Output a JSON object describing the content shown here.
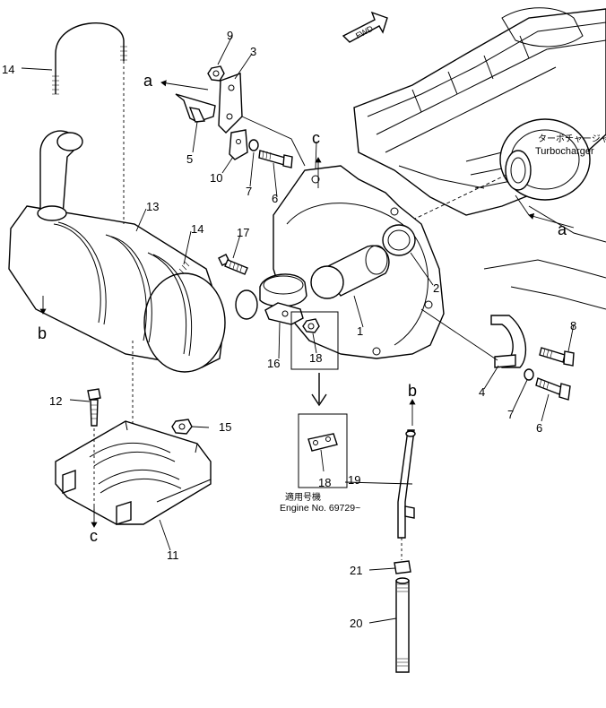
{
  "fwd_label": "FWD",
  "turbocharger": {
    "label_jp": "ターボチャージャ",
    "label_en": "Turbocharger"
  },
  "engine_note": {
    "label_jp": "適用号機",
    "label_en": "Engine No. 69729~"
  },
  "callouts": {
    "p1": "1",
    "p2": "2",
    "p3": "3",
    "p4": "4",
    "p5": "5",
    "p6a": "6",
    "p6b": "6",
    "p7a": "7",
    "p7b": "7",
    "p8": "8",
    "p9": "9",
    "p10": "10",
    "p11": "11",
    "p12": "12",
    "p13": "13",
    "p14a": "14",
    "p14b": "14",
    "p15": "15",
    "p16": "16",
    "p17": "17",
    "p18a": "18",
    "p18b": "18",
    "p19": "19",
    "p20": "20",
    "p21": "21"
  },
  "refs": {
    "a_top": "a",
    "a_right": "a",
    "b_left": "b",
    "b_pipe": "b",
    "c_top": "c",
    "c_bottom": "c"
  }
}
